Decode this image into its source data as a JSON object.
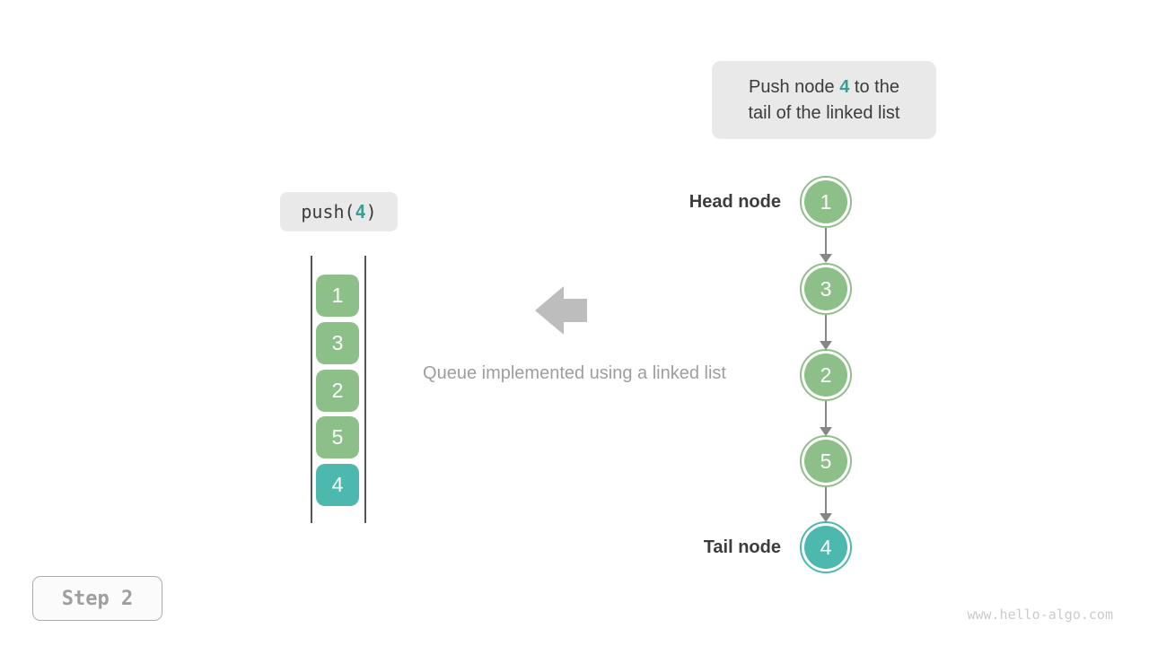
{
  "colors": {
    "green": "#8DC089",
    "teal": "#4DB8AE",
    "teal-text": "#3D9E95",
    "dark-text": "#3C3C3C",
    "label-bg": "#E9E9E9",
    "big-arrow": "#BDBDBD",
    "caption-gray": "#9E9E9E",
    "connector-gray": "#868686",
    "queue-line": "#555555",
    "step-text": "#9E9E9E",
    "step-border": "#ACACAC",
    "watermark": "#CBCBCB"
  },
  "callout": {
    "line1_prefix": "Push node ",
    "line1_value": "4",
    "line1_suffix": " to the",
    "line2": "tail of the linked list"
  },
  "push_label": {
    "prefix": "push(",
    "value": "4",
    "suffix": ")"
  },
  "queue": {
    "cells": [
      {
        "value": "1",
        "highlight": false
      },
      {
        "value": "3",
        "highlight": false
      },
      {
        "value": "2",
        "highlight": false
      },
      {
        "value": "5",
        "highlight": false
      },
      {
        "value": "4",
        "highlight": true
      }
    ]
  },
  "caption": "Queue implemented using a linked list",
  "linked_list": {
    "head_label": "Head node",
    "tail_label": "Tail node",
    "nodes": [
      {
        "value": "1",
        "highlight": false
      },
      {
        "value": "3",
        "highlight": false
      },
      {
        "value": "2",
        "highlight": false
      },
      {
        "value": "5",
        "highlight": false
      },
      {
        "value": "4",
        "highlight": true
      }
    ]
  },
  "step_label": "Step 2",
  "watermark": "www.hello-algo.com"
}
